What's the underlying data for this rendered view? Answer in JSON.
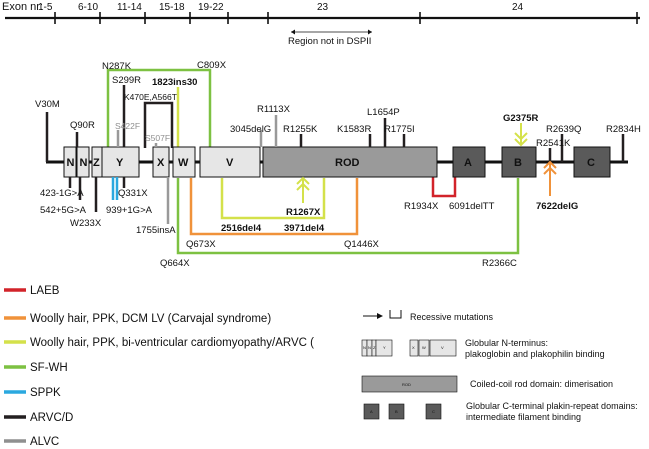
{
  "exon_header": {
    "title": "Exon nr:",
    "groups": [
      "1-5",
      "6-10",
      "11-14",
      "15-18",
      "19-22",
      "23",
      "24"
    ]
  },
  "region_note": "Region not in DSPII",
  "domains": {
    "n1": "N",
    "n2": "N",
    "z": "Z",
    "y": "Y",
    "x": "X",
    "w": "W",
    "v": "V",
    "rod": "ROD",
    "a": "A",
    "b": "B",
    "c": "C"
  },
  "mutations": {
    "v30m": "V30M",
    "q90r": "Q90R",
    "n287k": "N287K",
    "s299r": "S299R",
    "s422f": "S422F",
    "k470e": "K470E,A566T",
    "s507f": "S507F",
    "ins1823": "1823ins30",
    "c809x": "C809X",
    "del3045": "3045delG",
    "r1113x": "R1113X",
    "r1255k": "R1255K",
    "k1583r": "K1583R",
    "l1654p": "L1654P",
    "r1775i": "R1775I",
    "g2375r": "G2375R",
    "r2639q": "R2639Q",
    "r2834h": "R2834H",
    "r2541k": "R2541K",
    "del7622": "7622delG",
    "r1934x": "R1934X",
    "del6091": "6091delTT",
    "r1267x": "R1267X",
    "del2516": "2516del4",
    "del3971": "3971del4",
    "q673x": "Q673X",
    "q1446x": "Q1446X",
    "q664x": "Q664X",
    "r2366c": "R2366C",
    "m423": "423-1G>A",
    "m542": "542+5G>A",
    "w233x": "W233X",
    "m939": "939+1G>A",
    "q331x": "Q331X",
    "ins1755": "1755insA"
  },
  "legend": [
    {
      "key": "laeb",
      "label": "LAEB",
      "color": "#d2232a"
    },
    {
      "key": "carvajal",
      "label": "Woolly hair, PPK, DCM LV  (Carvajal syndrome)",
      "color": "#f0923a"
    },
    {
      "key": "biv",
      "label": "Woolly hair, PPK, bi-ventricular cardiomyopathy/ARVC (",
      "color": "#d4e14a"
    },
    {
      "key": "sfwh",
      "label": "SF-WH",
      "color": "#7dc142"
    },
    {
      "key": "sppk",
      "label": "SPPK",
      "color": "#2aa8df"
    },
    {
      "key": "arvcd",
      "label": "ARVC/D",
      "color": "#231f20"
    },
    {
      "key": "alvc",
      "label": "ALVC",
      "color": "#8f8f8f"
    }
  ],
  "key": {
    "recessive": "Recessive mutations",
    "nterm_line1": "Globular N-terminus:",
    "nterm_line2": "plakoglobin and plakophilin binding",
    "rod_line1": "Coiled-coil rod domain: dimerisation",
    "rod_box": "ROD",
    "cterm_line1": "Globular C-terminal plakin-repeat domains:",
    "cterm_line2": "intermediate filament binding",
    "mini_n1": "N",
    "mini_n2": "N",
    "mini_z": "Z",
    "mini_y": "Y",
    "mini_x": "X",
    "mini_w": "W",
    "mini_v": "V",
    "mini_a": "A",
    "mini_b": "B",
    "mini_c": "C"
  }
}
